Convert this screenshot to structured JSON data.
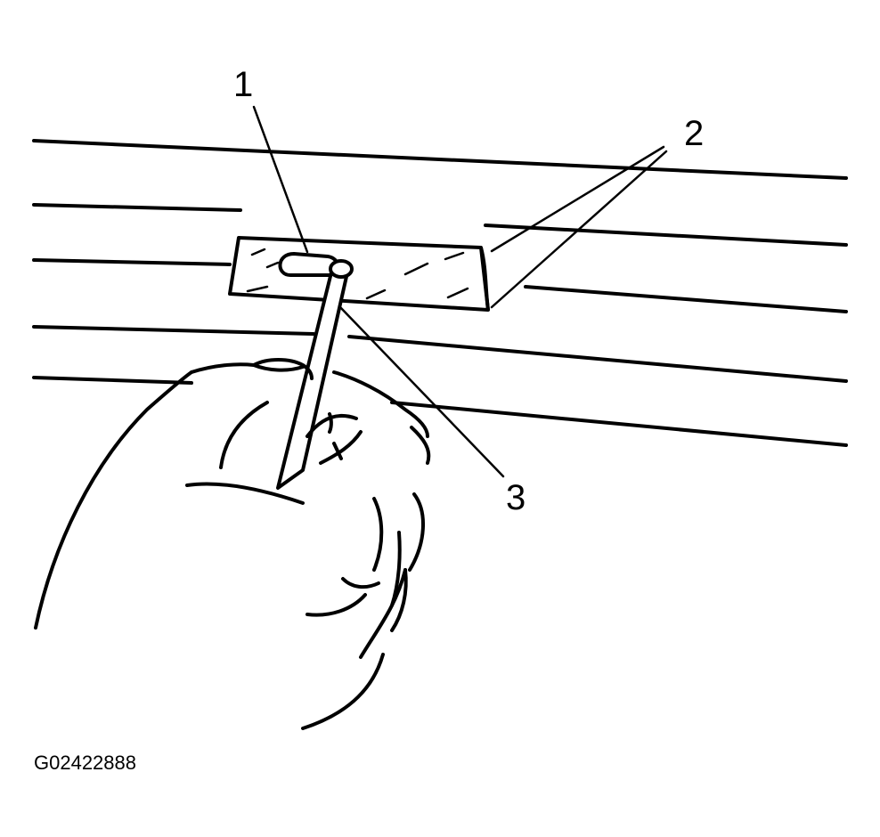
{
  "diagram": {
    "callouts": {
      "c1": "1",
      "c2": "2",
      "c3": "3"
    },
    "figure_id": "G02422888",
    "colors": {
      "ink": "#000000",
      "background": "#ffffff"
    }
  }
}
